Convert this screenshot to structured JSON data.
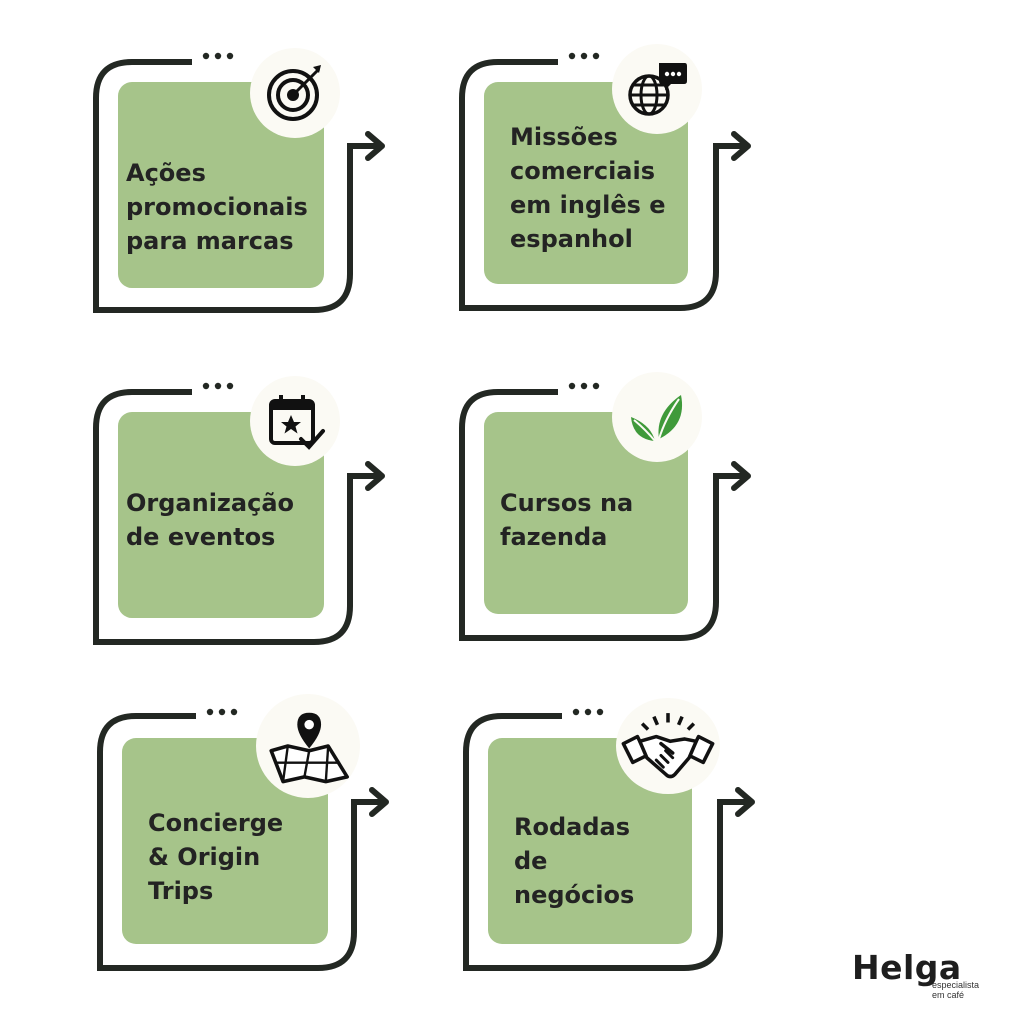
{
  "cards": [
    {
      "label": "Ações\npromocionais\npara marcas",
      "icon": "target-icon"
    },
    {
      "label": "Missões\ncomerciais\nem inglês e\nespanhol",
      "icon": "globe-chat-icon"
    },
    {
      "label": "Organização\nde eventos",
      "icon": "calendar-star-icon"
    },
    {
      "label": "Cursos na\nfazenda",
      "icon": "leaves-icon"
    },
    {
      "label": "Concierge\n& Origin\nTrips",
      "icon": "map-pin-icon"
    },
    {
      "label": "Rodadas\nde\nnegócios",
      "icon": "handshake-icon"
    }
  ],
  "logo": {
    "name": "Helga",
    "tagline": "especialista\nem café"
  },
  "colors": {
    "box": "#a6c48a",
    "frame": "#232823",
    "text": "#232323",
    "leaf": "#3f9a3a"
  }
}
